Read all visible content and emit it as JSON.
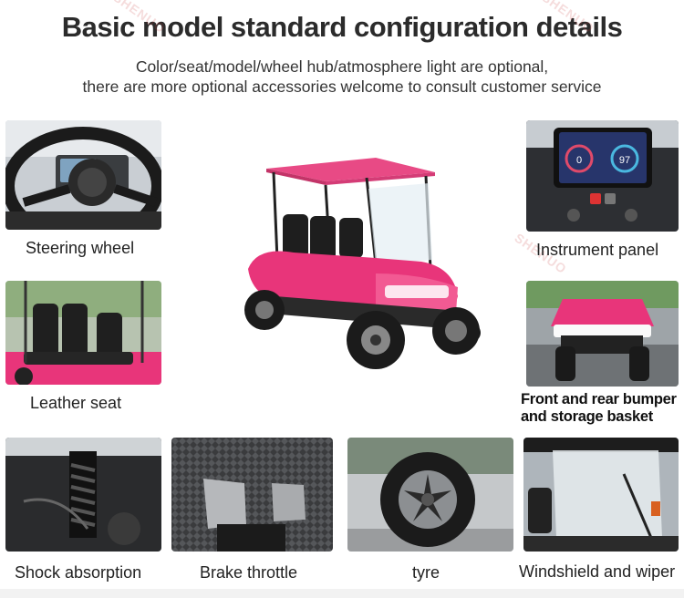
{
  "header": {
    "title": "Basic model standard configuration details",
    "subtitle_line1": "Color/seat/model/wheel hub/atmosphere light are optional,",
    "subtitle_line2": "there are more optional accessories welcome to consult customer service"
  },
  "features": {
    "steering": "Steering wheel",
    "instrument": "Instrument panel",
    "seat": "Leather seat",
    "bumper_line1": "Front and rear bumper",
    "bumper_line2": "and storage basket",
    "shock": "Shock absorption",
    "brake": "Brake throttle",
    "tyre": "tyre",
    "windshield": "Windshield and wiper"
  },
  "dashboard": {
    "speed_left": "0",
    "speed_right": "97"
  },
  "watermark": "SHENUO",
  "colors": {
    "cart_pink": "#e8357a",
    "roof_pink": "#e84a85",
    "dark": "#1d1d1d"
  }
}
